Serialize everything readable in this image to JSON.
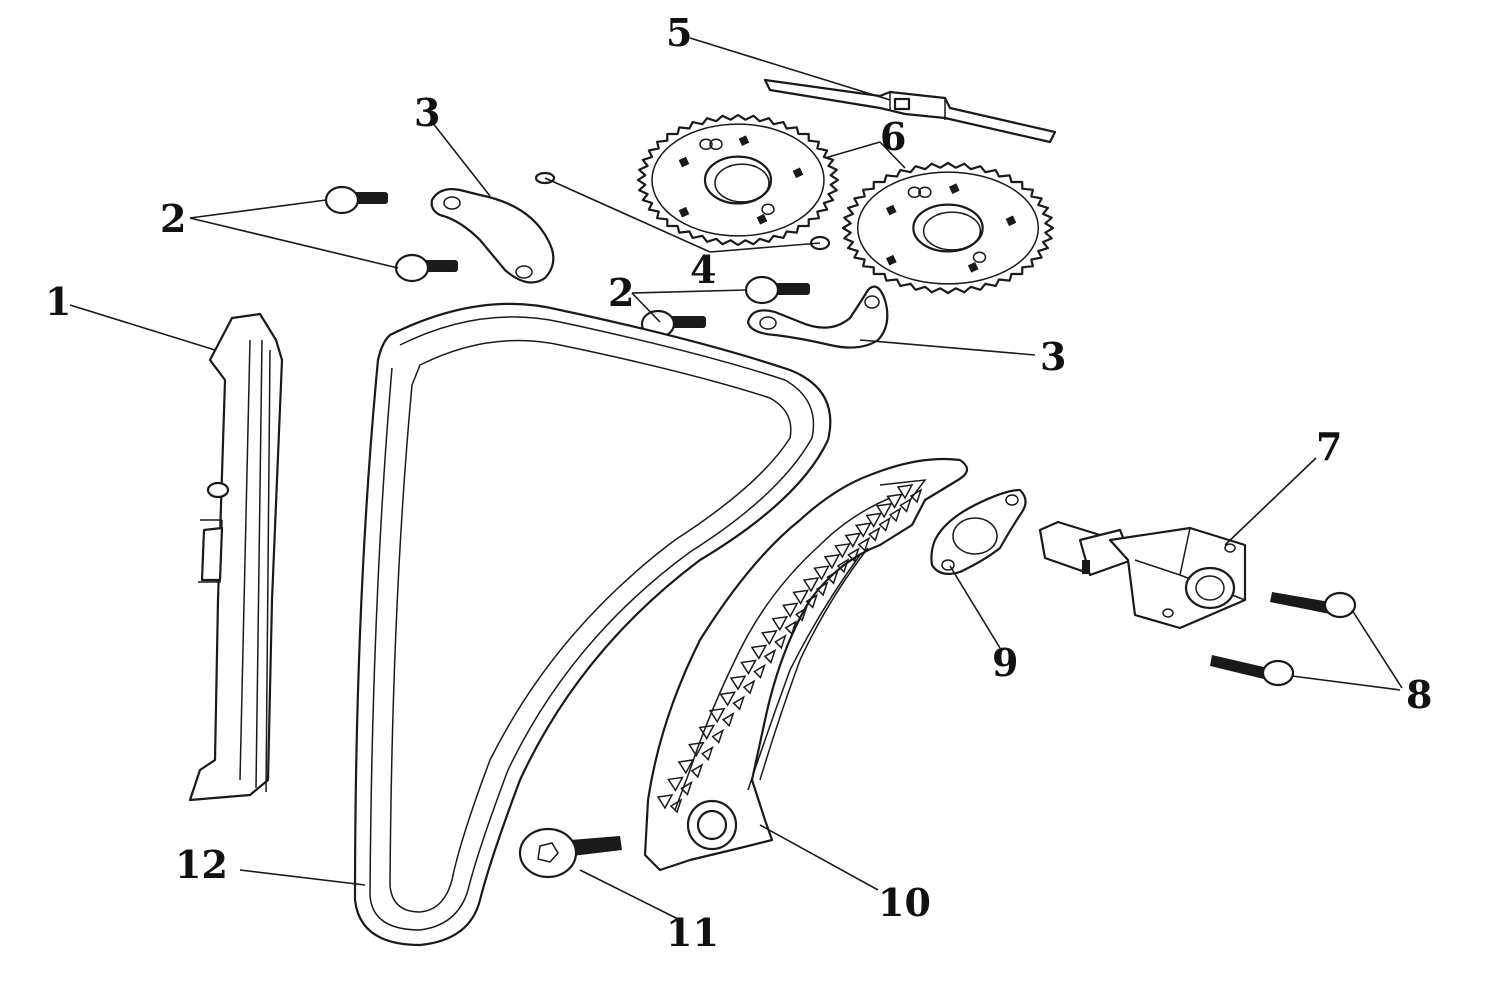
{
  "diagram": {
    "callouts": [
      {
        "id": "c1",
        "text": "1"
      },
      {
        "id": "c2a",
        "text": "2"
      },
      {
        "id": "c2b",
        "text": "2"
      },
      {
        "id": "c3a",
        "text": "3"
      },
      {
        "id": "c3b",
        "text": "3"
      },
      {
        "id": "c4",
        "text": "4"
      },
      {
        "id": "c5",
        "text": "5"
      },
      {
        "id": "c6",
        "text": "6"
      },
      {
        "id": "c7",
        "text": "7"
      },
      {
        "id": "c8",
        "text": "8"
      },
      {
        "id": "c9",
        "text": "9"
      },
      {
        "id": "c10",
        "text": "10"
      },
      {
        "id": "c11",
        "text": "11"
      },
      {
        "id": "c12",
        "text": "12"
      }
    ],
    "colors": {
      "ink": "#1a1a1a",
      "background": "#ffffff"
    }
  }
}
